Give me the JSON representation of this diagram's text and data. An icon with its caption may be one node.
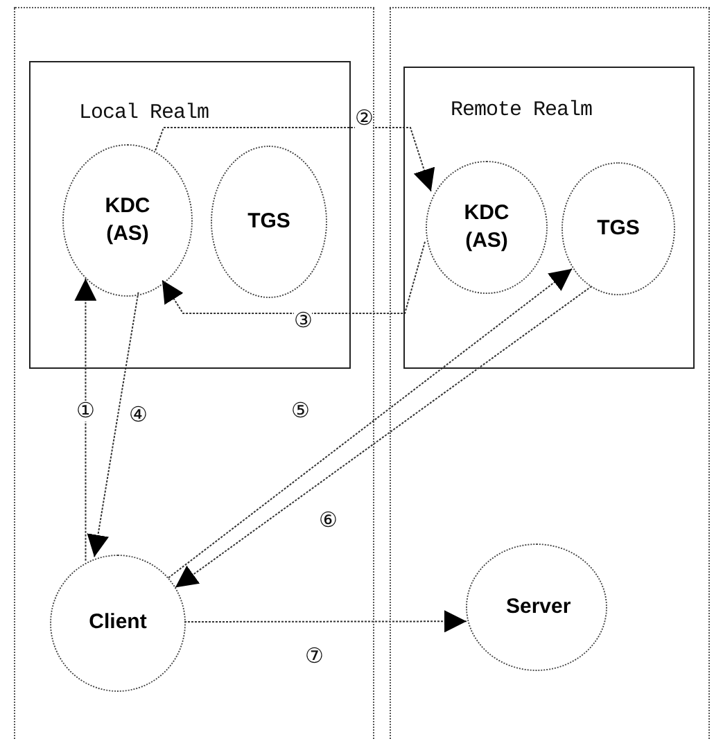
{
  "diagram": {
    "nodes": [
      {
        "text": [],
        "shape": "box"
      },
      {
        "text": [
          "Local Realm"
        ],
        "in": 0
      },
      {
        "text": [
          "KDC (AS)"
        ],
        "in": 1
      },
      {
        "text": [
          "TGS"
        ],
        "in": 1
      },
      {
        "text": [],
        "shape": "box"
      },
      {
        "text": [
          "Remote Realm"
        ],
        "in": 4
      },
      {
        "text": [
          "KDC (AS)"
        ],
        "in": 5
      },
      {
        "text": [
          "TGS"
        ],
        "in": 5
      },
      {
        "text": [
          "Client"
        ],
        "in": 0
      },
      {
        "text": [
          "Server"
        ],
        "in": 4
      }
    ],
    "edges": [
      {
        "from": 8,
        "to": 2,
        "arrow": "to",
        "label": "①"
      },
      {
        "from": 2,
        "to": 6,
        "arrow": "to",
        "label": "②"
      },
      {
        "from": 6,
        "to": 2,
        "arrow": "to",
        "label": "③"
      },
      {
        "from": 2,
        "to": 8,
        "arrow": "to",
        "label": "④"
      },
      {
        "from": 8,
        "to": 7,
        "arrow": "to",
        "label": "⑤"
      },
      {
        "from": 7,
        "to": 8,
        "arrow": "to",
        "label": "⑥"
      },
      {
        "from": 8,
        "to": 9,
        "arrow": "to",
        "label": "⑦"
      }
    ]
  }
}
